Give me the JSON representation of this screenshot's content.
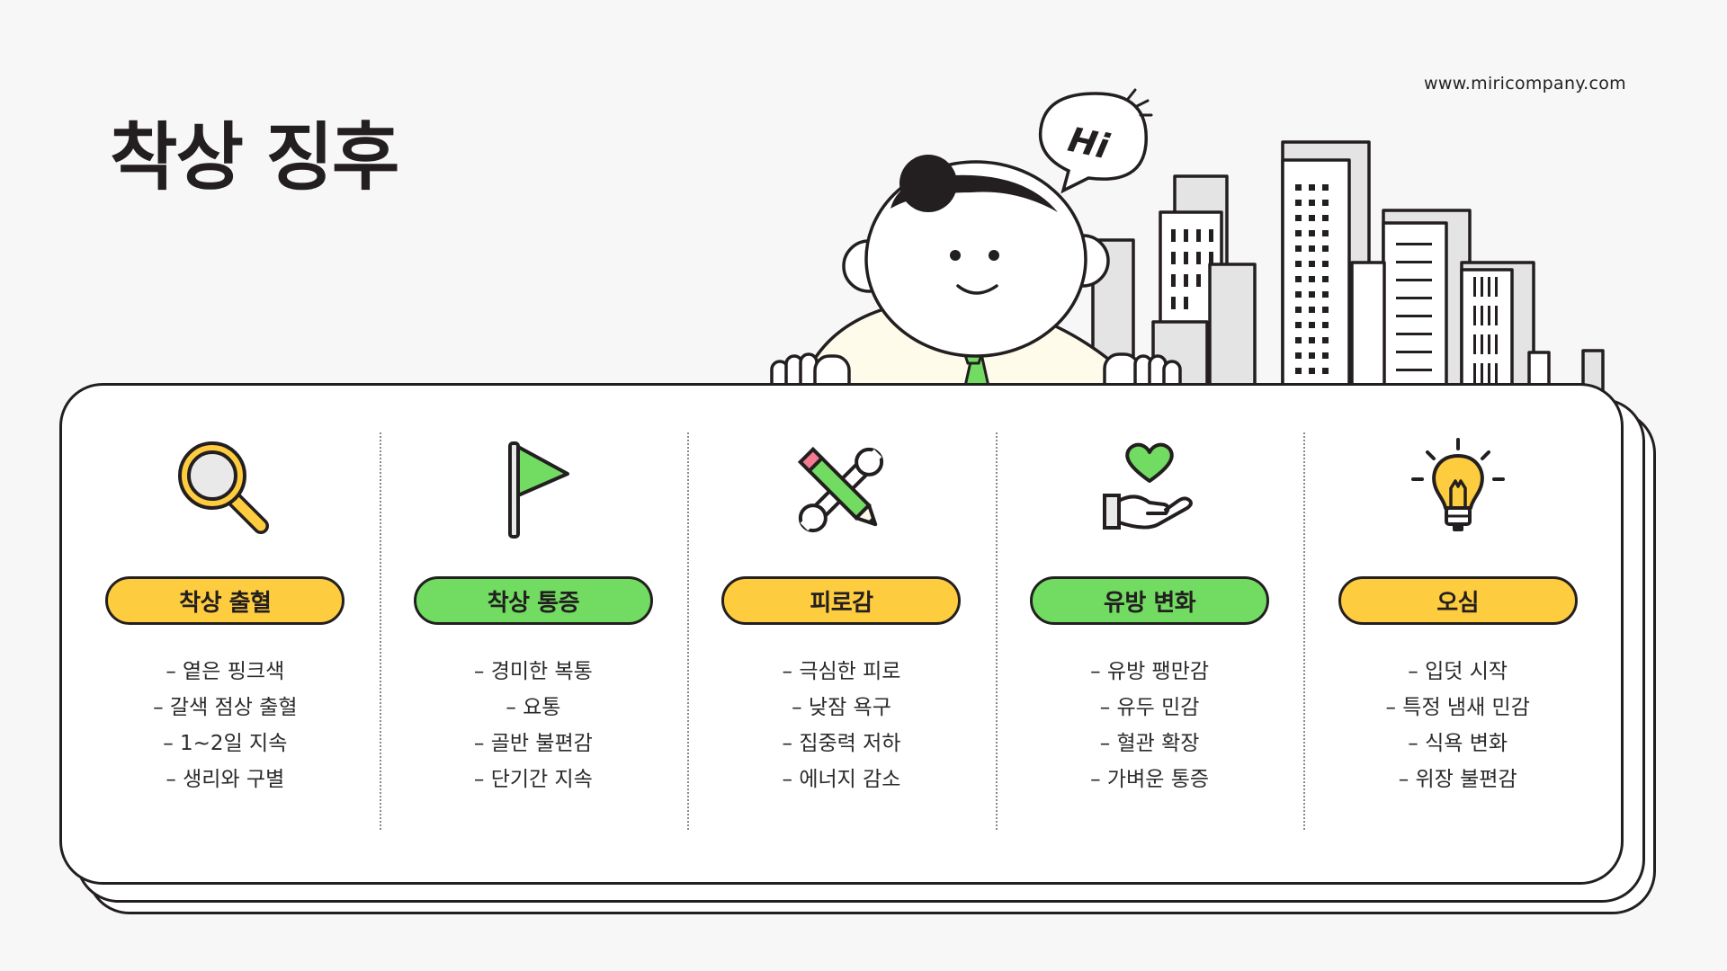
{
  "title": "착상 징후",
  "website": "www.miricompany.com",
  "speech_bubble": "Hi",
  "columns": [
    {
      "icon": "magnifier-icon",
      "title": "착상 출혈",
      "color": "#fecc3f",
      "items": [
        "옅은 핑크색",
        "갈색 점상 출혈",
        "1~2일 지속",
        "생리와 구별"
      ]
    },
    {
      "icon": "flag-icon",
      "title": "착상 통증",
      "color": "#72dc62",
      "items": [
        "경미한 복통",
        "요통",
        "골반 불편감",
        "단기간 지속"
      ]
    },
    {
      "icon": "pencil-wrench-icon",
      "title": "피로감",
      "color": "#fecc3f",
      "items": [
        "극심한 피로",
        "낮잠 욕구",
        "집중력 저하",
        "에너지 감소"
      ]
    },
    {
      "icon": "heart-hand-icon",
      "title": "유방 변화",
      "color": "#72dc62",
      "items": [
        "유방 팽만감",
        "유두 민감",
        "혈관 확장",
        "가벼운 통증"
      ]
    },
    {
      "icon": "lightbulb-icon",
      "title": "오심",
      "color": "#fecc3f",
      "items": [
        "입덧 시작",
        "특정 냄새 민감",
        "식욕 변화",
        "위장 불편감"
      ]
    }
  ]
}
